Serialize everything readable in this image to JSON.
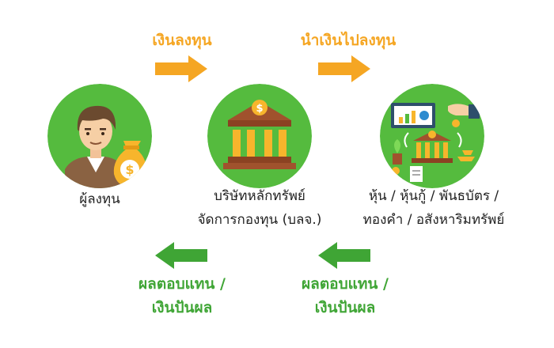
{
  "colors": {
    "accent_orange": "#f5a623",
    "accent_green": "#3fa535",
    "circle_green": "#55bb3e"
  },
  "flow": {
    "invest_label": "เงินลงทุน",
    "deploy_label": "นำเงินไปลงทุน",
    "return_left_line1": "ผลตอบแทน /",
    "return_left_line2": "เงินปันผล",
    "return_right_line1": "ผลตอบแทน /",
    "return_right_line2": "เงินปันผล"
  },
  "nodes": {
    "investor": {
      "label": "ผู้ลงทุน",
      "icon": "investor-icon"
    },
    "fund_company": {
      "label_line1": "บริษัทหลักทรัพย์",
      "label_line2": "จัดการกองทุน (บลจ.)",
      "icon": "bank-icon"
    },
    "assets": {
      "label_line1": "หุ้น / หุ้นกู้ / พันธบัตร /",
      "label_line2": "ทองคำ / อสังหาริมทรัพย์",
      "icon": "assets-icon"
    }
  }
}
